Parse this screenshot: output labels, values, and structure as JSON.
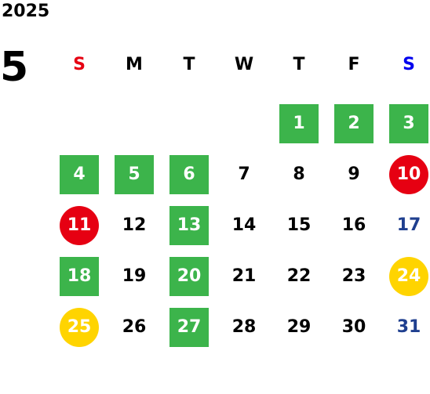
{
  "calendar": {
    "year": "2025",
    "month": "5",
    "weekdays": [
      "S",
      "M",
      "T",
      "W",
      "T",
      "F",
      "S"
    ],
    "weeks": [
      [
        {
          "day": "",
          "style": "empty"
        },
        {
          "day": "",
          "style": "empty"
        },
        {
          "day": "",
          "style": "empty"
        },
        {
          "day": "",
          "style": "empty"
        },
        {
          "day": "1",
          "style": "green"
        },
        {
          "day": "2",
          "style": "green"
        },
        {
          "day": "3",
          "style": "green"
        }
      ],
      [
        {
          "day": "4",
          "style": "green"
        },
        {
          "day": "5",
          "style": "green"
        },
        {
          "day": "6",
          "style": "green"
        },
        {
          "day": "7",
          "style": "plain"
        },
        {
          "day": "8",
          "style": "plain"
        },
        {
          "day": "9",
          "style": "plain"
        },
        {
          "day": "10",
          "style": "red"
        }
      ],
      [
        {
          "day": "11",
          "style": "red"
        },
        {
          "day": "12",
          "style": "plain"
        },
        {
          "day": "13",
          "style": "green"
        },
        {
          "day": "14",
          "style": "plain"
        },
        {
          "day": "15",
          "style": "plain"
        },
        {
          "day": "16",
          "style": "plain"
        },
        {
          "day": "17",
          "style": "satblue"
        }
      ],
      [
        {
          "day": "18",
          "style": "green"
        },
        {
          "day": "19",
          "style": "plain"
        },
        {
          "day": "20",
          "style": "green"
        },
        {
          "day": "21",
          "style": "plain"
        },
        {
          "day": "22",
          "style": "plain"
        },
        {
          "day": "23",
          "style": "plain"
        },
        {
          "day": "24",
          "style": "yellow"
        }
      ],
      [
        {
          "day": "25",
          "style": "yellow"
        },
        {
          "day": "26",
          "style": "plain"
        },
        {
          "day": "27",
          "style": "green"
        },
        {
          "day": "28",
          "style": "plain"
        },
        {
          "day": "29",
          "style": "plain"
        },
        {
          "day": "30",
          "style": "plain"
        },
        {
          "day": "31",
          "style": "satblue"
        }
      ]
    ]
  },
  "colors": {
    "green": "#3cb44b",
    "red": "#e60012",
    "yellow": "#ffd400",
    "sunday_header": "#e60012",
    "saturday_header": "#0000ee",
    "saturday_number": "#1f3f8f"
  }
}
